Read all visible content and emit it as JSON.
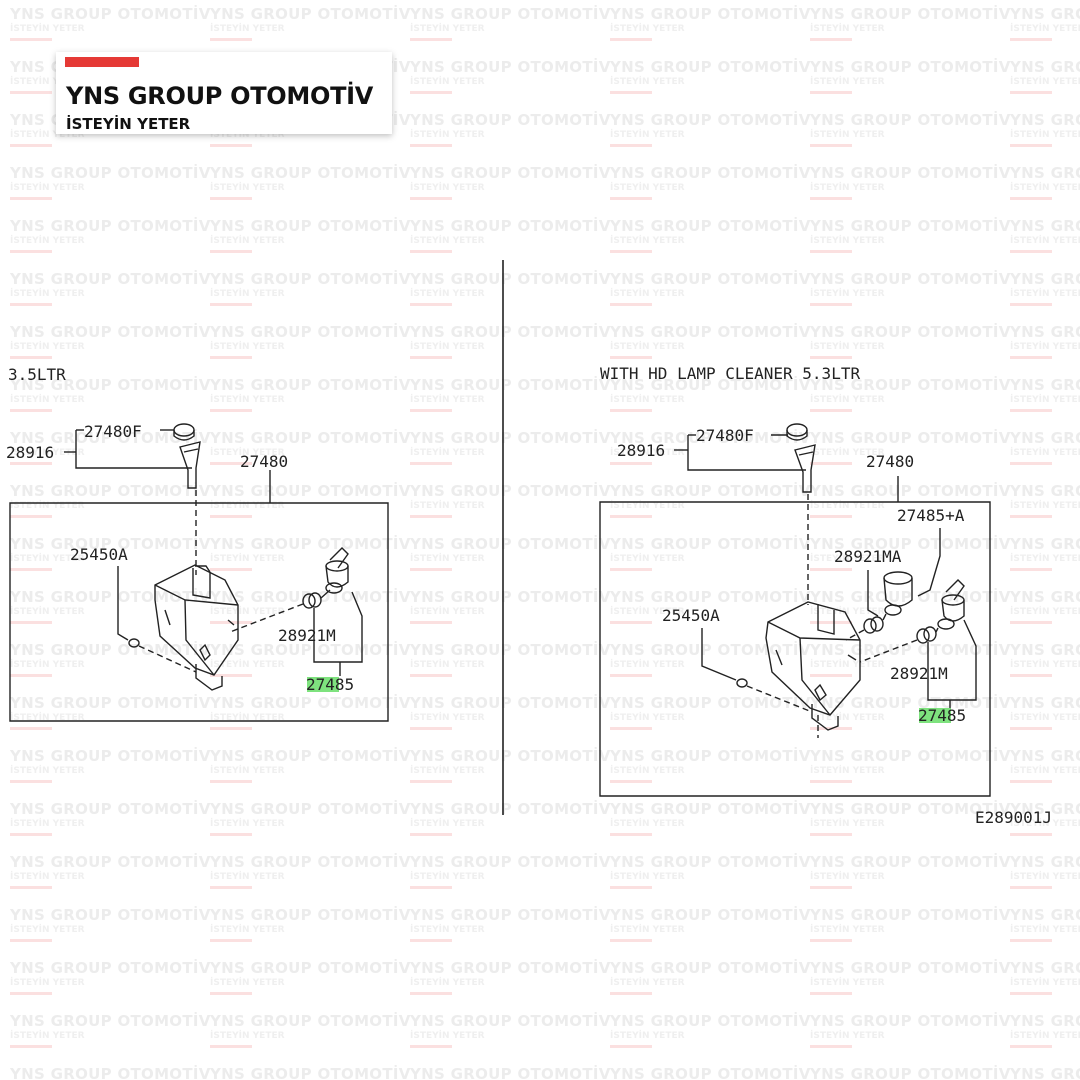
{
  "watermark": {
    "line1": "YNS GROUP OTOMOTİV",
    "line2": "İSTEYİN YETER"
  },
  "logo": {
    "title": "YNS GROUP OTOMOTİV",
    "subtitle": "İSTEYİN YETER",
    "bar_color": "#e53935"
  },
  "diagram": {
    "highlight_color": "#7ee27e",
    "left": {
      "header": "3.5LTR",
      "labels": {
        "cap": "27480F",
        "filler": "28916",
        "tank": "27480",
        "grommet": "25450A",
        "pump_seal": "28921M",
        "pump": "27485"
      }
    },
    "right": {
      "header": "WITH HD LAMP CLEANER  5.3LTR",
      "labels": {
        "cap": "27480F",
        "filler": "28916",
        "tank": "27480",
        "pump_a": "27485+A",
        "pump_seal_a": "28921MA",
        "grommet": "25450A",
        "pump_seal": "28921M",
        "pump": "27485"
      }
    },
    "code": "E289001J"
  }
}
